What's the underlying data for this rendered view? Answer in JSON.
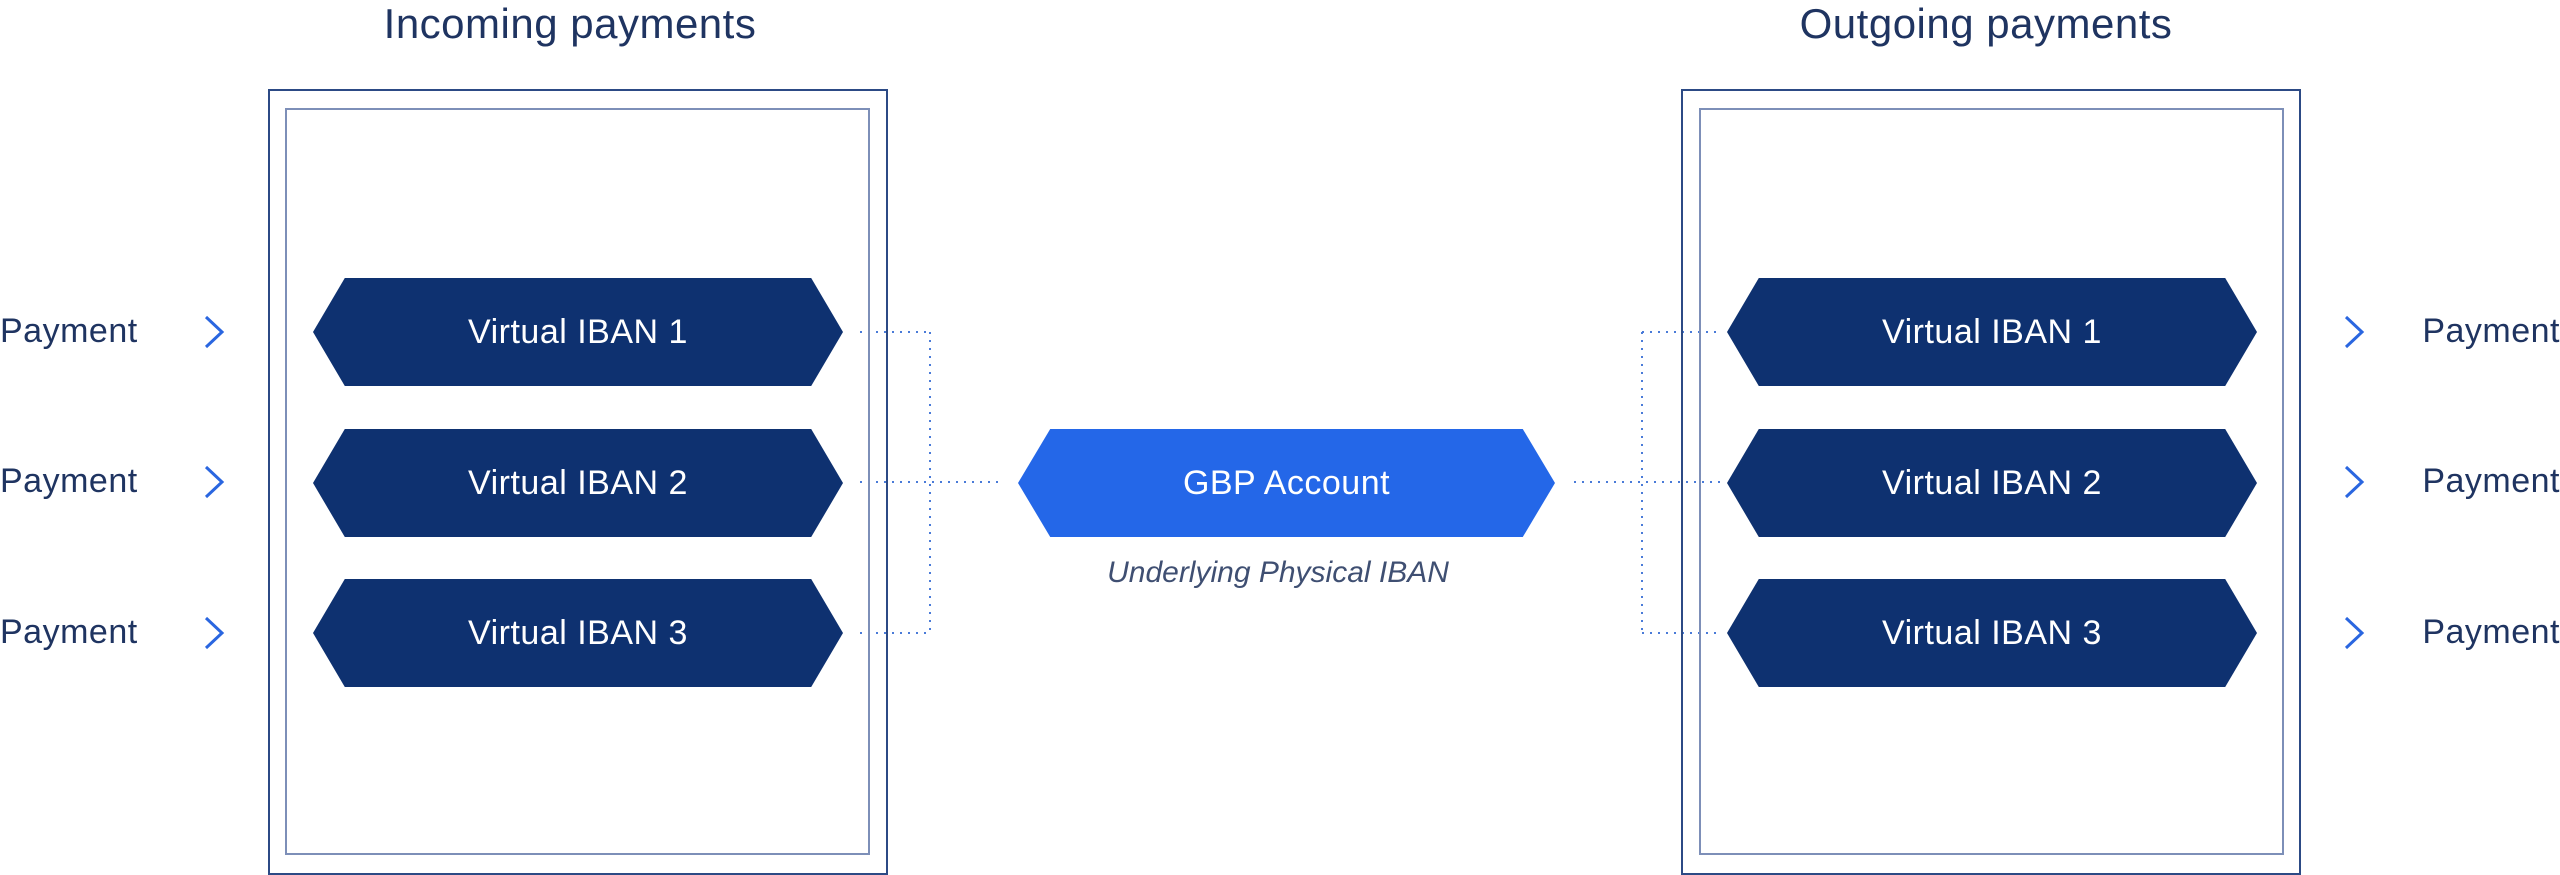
{
  "incoming": {
    "title": "Incoming payments",
    "boxes": [
      "Virtual IBAN 1",
      "Virtual IBAN 2",
      "Virtual IBAN 3"
    ],
    "payments": [
      "Payment",
      "Payment",
      "Payment"
    ]
  },
  "outgoing": {
    "title": "Outgoing payments",
    "boxes": [
      "Virtual IBAN 1",
      "Virtual IBAN 2",
      "Virtual IBAN 3"
    ],
    "payments": [
      "Payment",
      "Payment",
      "Payment"
    ]
  },
  "center": {
    "account_label": "GBP Account",
    "caption": "Underlying Physical IBAN"
  },
  "icons": {
    "payment_arrow": "chevron-right-icon"
  },
  "colors": {
    "dark_navy": "#0e3170",
    "bright_blue": "#2467e8",
    "arrow_blue": "#2a66e0",
    "frame": "#2c4a85",
    "dotted_line": "#4a7bd8"
  }
}
